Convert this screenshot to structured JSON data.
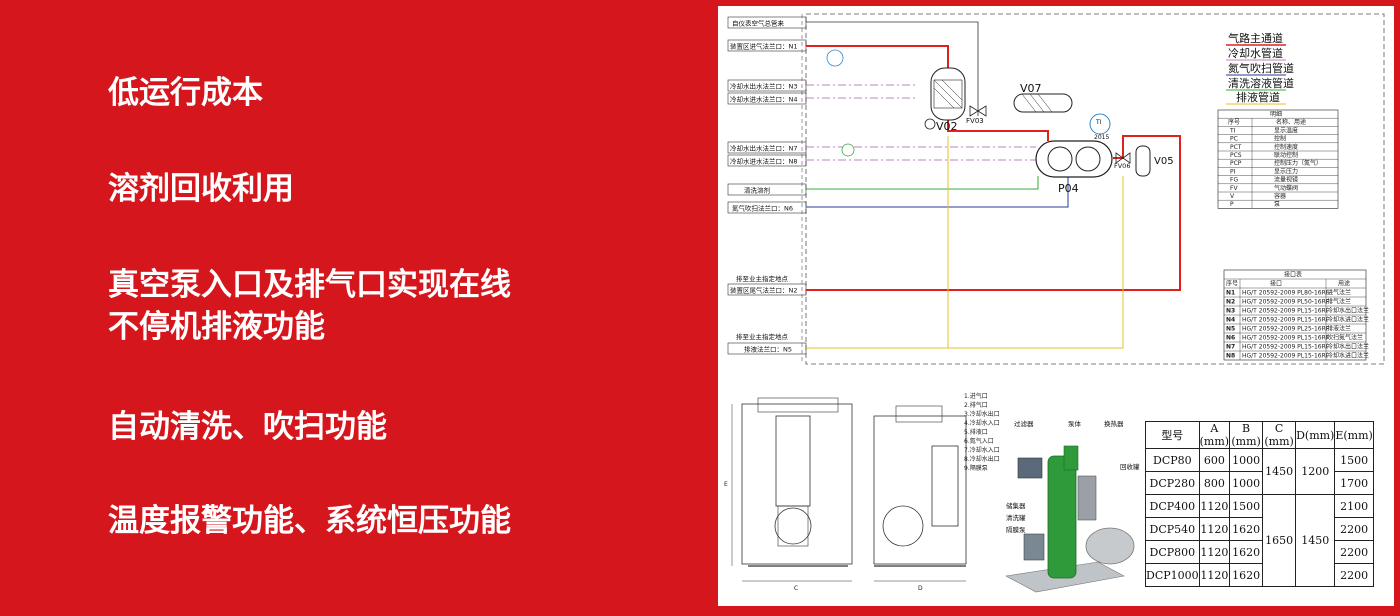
{
  "features": [
    {
      "lines": [
        "低运行成本"
      ]
    },
    {
      "lines": [
        "溶剂回收利用"
      ]
    },
    {
      "lines": [
        "真空泵入口及排气口实现在线",
        "不停机排液功能"
      ]
    },
    {
      "lines": [
        "自动清洗、吹扫功能"
      ]
    },
    {
      "lines": [
        "温度报警功能、系统恒压功能"
      ]
    }
  ],
  "diagram": {
    "left_labels": [
      "自仪表空气总管来",
      "装置区进气法兰口：N1",
      "冷却水出水法兰口：N3",
      "冷却水进水法兰口：N4",
      "冷却水出水法兰口：N7",
      "冷却水进水法兰口：N8",
      "清洗溶剂",
      "氮气吹扫法兰口：N6",
      "排至业主指定地点",
      "装置区尾气法兰口：N2",
      "排至业主指定地点",
      "排液法兰口：N5"
    ],
    "equipment": [
      "V02",
      "V07",
      "FV03",
      "P04",
      "FV06",
      "V05",
      "TI",
      "2015"
    ],
    "legend": [
      "气路主通道",
      "冷却水管道",
      "氮气吹扫管道",
      "清洗溶液管道",
      "排液管道"
    ],
    "colors": {
      "gas": "#e0201c",
      "cooling": "#c080c0",
      "nitrogen": "#2a3a9a",
      "cleaning": "#3aaa3a",
      "drain": "#e8c020"
    }
  },
  "spec_table": {
    "title": "明细",
    "headers": [
      "序号",
      "名称、用途"
    ],
    "rows": [
      [
        "TI",
        "显示温度"
      ],
      [
        "PC",
        "控制"
      ],
      [
        "PCT",
        "控制速度"
      ],
      [
        "PCS",
        "联动控制"
      ],
      [
        "PCP",
        "控制压力（氮气）"
      ],
      [
        "PI",
        "显示压力"
      ],
      [
        "FG",
        "流量视镜"
      ],
      [
        "FV",
        "气动蝶阀"
      ],
      [
        "V",
        "容器"
      ],
      [
        "P",
        "泵"
      ]
    ]
  },
  "nozzle_table": {
    "title": "接口表",
    "headers": [
      "序号",
      "接口",
      "用途"
    ],
    "rows": [
      [
        "N1",
        "HG/T 20592-2009 PL80-16RF",
        "进气法兰"
      ],
      [
        "N2",
        "HG/T 20592-2009 PL50-16RF",
        "排气法兰"
      ],
      [
        "N3",
        "HG/T 20592-2009 PL15-16RF",
        "冷却水出口法兰"
      ],
      [
        "N4",
        "HG/T 20592-2009 PL15-16RF",
        "冷却水进口法兰"
      ],
      [
        "N5",
        "HG/T 20592-2009 PL25-16RF",
        "排液法兰"
      ],
      [
        "N6",
        "HG/T 20592-2009 PL15-16RF",
        "吹扫氮气法兰"
      ],
      [
        "N7",
        "HG/T 20592-2009 PL15-16RF",
        "冷却水出口法兰"
      ],
      [
        "N8",
        "HG/T 20592-2009 PL15-16RF",
        "冷却水进口法兰"
      ]
    ]
  },
  "connection_notes": [
    "1.进气口",
    "2.排气口",
    "3.冷却水出口",
    "4.冷却水入口",
    "5.排液口",
    "6.氮气入口",
    "7.冷却水入口",
    "8.冷却水出口",
    "9.隔膜泵"
  ],
  "component_labels": [
    "过滤器",
    "泵体",
    "换热器",
    "回收罐",
    "储集器",
    "清洗罐",
    "隔膜泵"
  ],
  "dimension_table": {
    "headers": [
      "型号",
      "A (mm)",
      "B (mm)",
      "C (mm)",
      "D(mm)",
      "E(mm)"
    ],
    "rows": [
      [
        "DCP80",
        "600",
        "1000",
        "",
        "",
        "1500"
      ],
      [
        "DCP280",
        "800",
        "1000",
        "",
        "",
        "1700"
      ],
      [
        "DCP400",
        "1120",
        "1500",
        "",
        "",
        "2100"
      ],
      [
        "DCP540",
        "1120",
        "1620",
        "",
        "",
        "2200"
      ],
      [
        "DCP800",
        "1120",
        "1620",
        "",
        "",
        "2200"
      ],
      [
        "DCP1000",
        "1120",
        "1620",
        "",
        "",
        "2200"
      ]
    ],
    "merged": [
      {
        "col": 3,
        "rows": "0-1",
        "value": "1450"
      },
      {
        "col": 4,
        "rows": "0-1",
        "value": "1200"
      },
      {
        "col": 3,
        "rows": "2-5",
        "value": "1650"
      },
      {
        "col": 4,
        "rows": "2-5",
        "value": "1450"
      }
    ],
    "merged_values": {
      "c1": "1450",
      "d1": "1200",
      "c2": "1650",
      "d2": "1450"
    }
  }
}
